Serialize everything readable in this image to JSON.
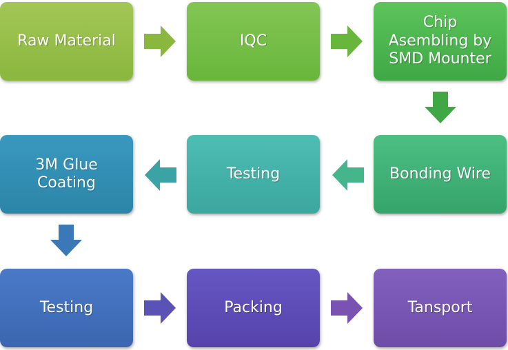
{
  "steps": [
    {
      "label": "Raw Material"
    },
    {
      "label": "IQC"
    },
    {
      "label": "Chip\nAsembling by\nSMD Mounter"
    },
    {
      "label": "3M Glue\nCoating"
    },
    {
      "label": "Testing"
    },
    {
      "label": "Bonding Wire"
    },
    {
      "label": "Testing"
    },
    {
      "label": "Packing"
    },
    {
      "label": "Tansport"
    }
  ],
  "arrows": [
    {
      "icon": "arrow-right-icon",
      "color": "#8ab73d"
    },
    {
      "icon": "arrow-right-icon",
      "color": "#69b63c"
    },
    {
      "icon": "arrow-down-icon",
      "color": "#3fa845"
    },
    {
      "icon": "arrow-left-icon",
      "color": "#45b58c"
    },
    {
      "icon": "arrow-left-icon",
      "color": "#3ba3a6"
    },
    {
      "icon": "arrow-down-icon",
      "color": "#3b78b8"
    },
    {
      "icon": "arrow-right-icon",
      "color": "#5a52b5"
    },
    {
      "icon": "arrow-right-icon",
      "color": "#7a52b2"
    }
  ]
}
